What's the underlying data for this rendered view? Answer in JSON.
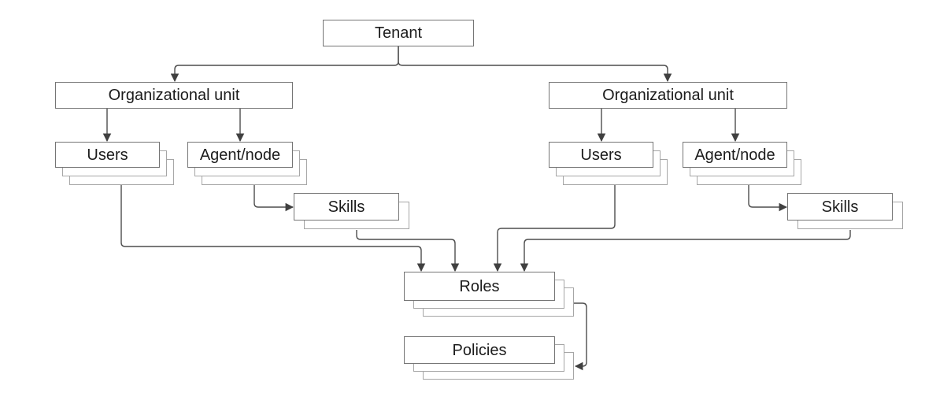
{
  "diagram": {
    "type": "hierarchy",
    "background": "#ffffff"
  },
  "nodes": {
    "tenant": {
      "label": "Tenant",
      "stacked": false
    },
    "org_unit_left": {
      "label": "Organizational unit",
      "stacked": false
    },
    "org_unit_right": {
      "label": "Organizational unit",
      "stacked": false
    },
    "users_left": {
      "label": "Users",
      "stacked": true,
      "stack_count": 3
    },
    "agent_node_left": {
      "label": "Agent/node",
      "stacked": true,
      "stack_count": 3
    },
    "skills_left": {
      "label": "Skills",
      "stacked": true,
      "stack_count": 2
    },
    "users_right": {
      "label": "Users",
      "stacked": true,
      "stack_count": 3
    },
    "agent_node_right": {
      "label": "Agent/node",
      "stacked": true,
      "stack_count": 3
    },
    "skills_right": {
      "label": "Skills",
      "stacked": true,
      "stack_count": 2
    },
    "roles": {
      "label": "Roles",
      "stacked": true,
      "stack_count": 3
    },
    "policies": {
      "label": "Policies",
      "stacked": true,
      "stack_count": 3
    }
  },
  "edges": [
    {
      "from": "tenant",
      "to": "org_unit_left"
    },
    {
      "from": "tenant",
      "to": "org_unit_right"
    },
    {
      "from": "org_unit_left",
      "to": "users_left"
    },
    {
      "from": "org_unit_left",
      "to": "agent_node_left"
    },
    {
      "from": "org_unit_right",
      "to": "users_right"
    },
    {
      "from": "org_unit_right",
      "to": "agent_node_right"
    },
    {
      "from": "agent_node_left",
      "to": "skills_left"
    },
    {
      "from": "agent_node_right",
      "to": "skills_right"
    },
    {
      "from": "users_left",
      "to": "roles"
    },
    {
      "from": "skills_left",
      "to": "roles"
    },
    {
      "from": "users_right",
      "to": "roles"
    },
    {
      "from": "skills_right",
      "to": "roles"
    },
    {
      "from": "roles",
      "to": "policies"
    }
  ],
  "colors": {
    "box_fill": "#ffffff",
    "box_border": "#757575",
    "stack_layer_border": "#a6a6a6",
    "connector": "#4d4d4d",
    "arrowhead": "#404040",
    "text": "#1c1c1c",
    "background": "#ffffff"
  }
}
